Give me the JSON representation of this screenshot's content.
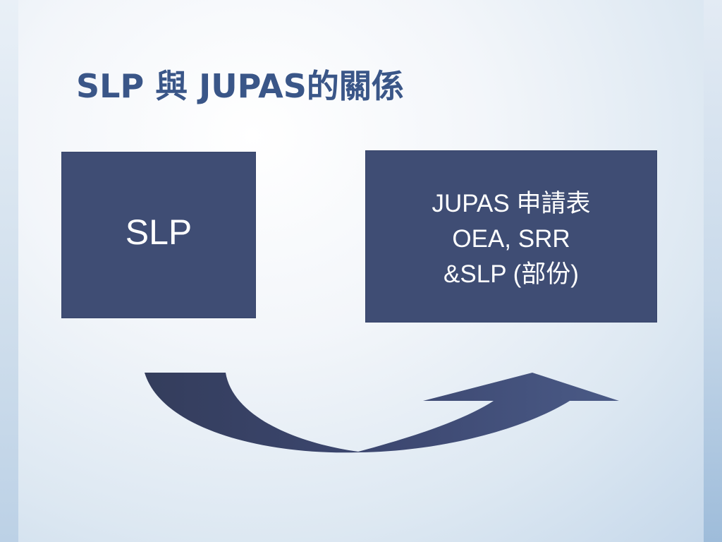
{
  "slide": {
    "title": "SLP 與 JUPAS的關係"
  },
  "diagram": {
    "source_box": {
      "label": "SLP"
    },
    "target_box": {
      "lines": [
        "JUPAS 申請表",
        "OEA, SRR",
        "&SLP (部份)"
      ]
    },
    "colors": {
      "box_fill": "#3f4d74",
      "title_color": "#3a5688",
      "arrow_dark": "#353f5e",
      "arrow_light": "#4a5a86"
    }
  }
}
